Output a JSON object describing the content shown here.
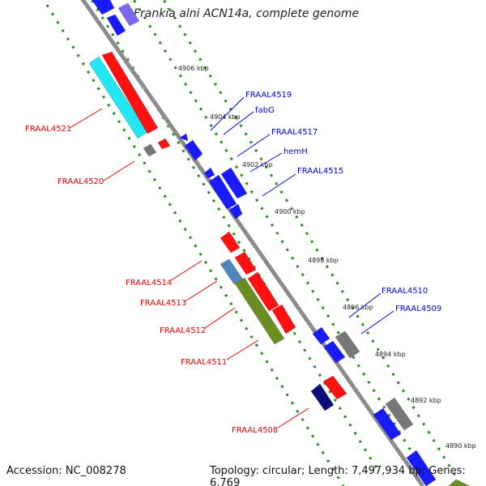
{
  "title": "Frankia alni ACN14a, complete genome",
  "footer": {
    "accession": "Accession: NC_008278",
    "topology": "Topology: circular; Length: 7,497,934 bp; Genes: 6,769"
  },
  "colors": {
    "backbone": "#8c8c8c",
    "tick": "#2e8b22",
    "red_label": "#e00000",
    "blue_label": "#0000dd",
    "gene_red": "#ff1111",
    "gene_blue": "#1a1aff",
    "gene_cyan": "#22e6f2",
    "gene_olive": "#6b8e23",
    "gene_gray": "#777777",
    "gene_steelblue": "#4f87b8",
    "gene_navy": "#0d0d7a",
    "gene_purple": "#7b68ee"
  },
  "kbp_marks": [
    "4906 kbp",
    "4904 kbp",
    "4902 kbp",
    "4900 kbp",
    "4898 kbp",
    "4896 kbp",
    "4894 kbp",
    "4892 kbp",
    "4890 kbp"
  ],
  "labels_left": [
    "FRAAL4521",
    "FRAAL4520",
    "FRAAL4514",
    "FRAAL4513",
    "FRAAL4512",
    "FRAAL4511",
    "FRAAL4508"
  ],
  "labels_right": [
    "FRAAL4519",
    "fabG",
    "FRAAL4517",
    "hemH",
    "FRAAL4515",
    "FRAAL4510",
    "FRAAL4509"
  ]
}
